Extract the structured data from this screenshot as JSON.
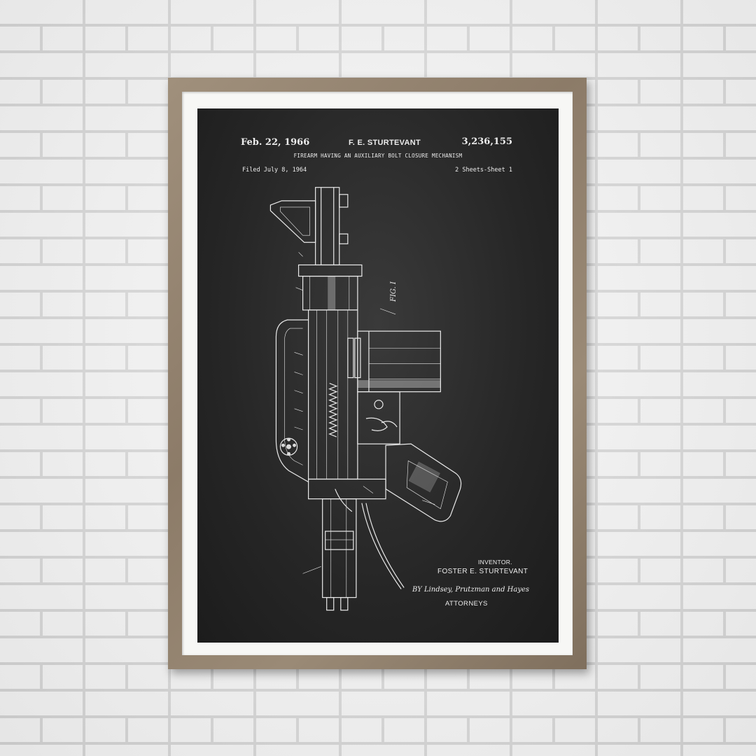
{
  "scene": {
    "wall_color": "#f4f4f4",
    "frame_color": "#8c7b68",
    "mat_color": "#f7f7f5",
    "poster_color": "#262626"
  },
  "poster": {
    "date": "Feb. 22, 1966",
    "inventor_header": "F. E. STURTEVANT",
    "patent_number": "3,236,155",
    "title": "FIREARM HAVING AN AUXILIARY BOLT CLOSURE MECHANISM",
    "filed": "Filed July 8, 1964",
    "sheets": "2 Sheets-Sheet 1",
    "figure_label": "FIG. I",
    "inventor_label": "INVENTOR.",
    "inventor_name": "FOSTER  E. STURTEVANT",
    "by_line": "BY Lindsey, Prutzman and Hayes",
    "attorneys_label": "ATTORNEYS",
    "drawing_subject": "rifle-patent-drawing"
  }
}
